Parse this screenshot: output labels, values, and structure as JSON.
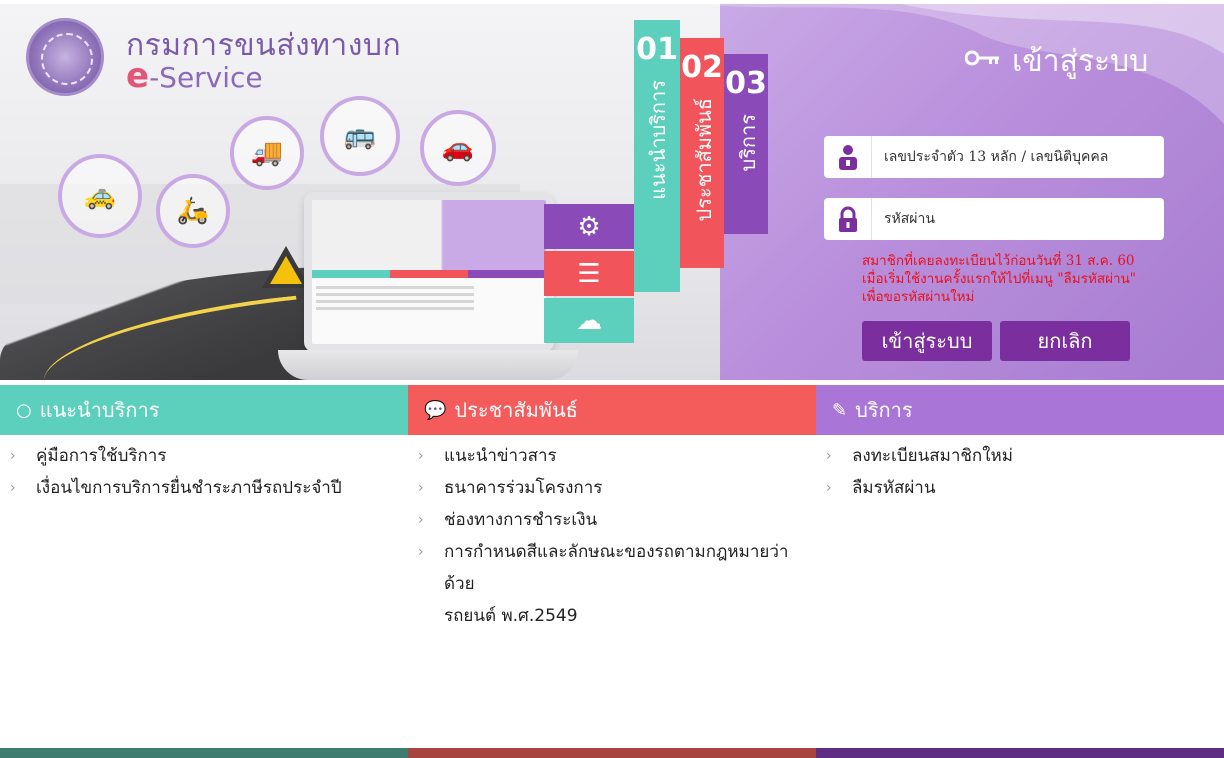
{
  "header": {
    "org_name": "กรมการขนส่งทางบก",
    "service_prefix": "e",
    "service_suffix": "-Service"
  },
  "ribbons": [
    {
      "num": "01",
      "label": "แนะนำบริการ",
      "color": "#5ccfbd"
    },
    {
      "num": "02",
      "label": "ประชาสัมพันธ์",
      "color": "#f1545a"
    },
    {
      "num": "03",
      "label": "บริการ",
      "color": "#8a4bb8"
    }
  ],
  "login": {
    "title": "เข้าสู่ระบบ",
    "id_placeholder": "เลขประจำตัว 13 หลัก / เลขนิติบุคคล",
    "password_placeholder": "รหัสผ่าน",
    "notice_1": "สมาชิกที่เคยลงทะเบียนไว้ก่อนวันที่ 31 ส.ค. 60",
    "notice_2": "เมื่อเริ่มใช้งานครั้งแรกให้ไปที่เมนู \"ลืมรหัสผ่าน\"",
    "notice_3": "เพื่อขอรหัสผ่านใหม่",
    "login_button": "เข้าสู่ระบบ",
    "cancel_button": "ยกเลิก"
  },
  "categories": [
    {
      "title": "แนะนำบริการ",
      "color": "#5ccfbd",
      "dark": "#3d7c6f",
      "icon": "search-icon",
      "items": [
        "คู่มือการใช้บริการ",
        "เงื่อนไขการบริการยื่นชำระภาษีรถประจำปี"
      ]
    },
    {
      "title": "ประชาสัมพันธ์",
      "color": "#f45b5b",
      "dark": "#a8443f",
      "icon": "chat-bubble-icon",
      "items": [
        "แนะนำข่าวสาร",
        "ธนาคารร่วมโครงการ",
        "ช่องทางการชำระเงิน",
        "การกำหนดสีและลักษณะของรถตามกฎหมายว่าด้วย",
        "รถยนต์ พ.ศ.2549"
      ]
    },
    {
      "title": "บริการ",
      "color": "#a975d6",
      "dark": "#5f2d84",
      "icon": "pencil-icon",
      "items": [
        "ลงทะเบียนสมาชิกใหม่",
        "ลืมรหัสผ่าน"
      ]
    }
  ]
}
